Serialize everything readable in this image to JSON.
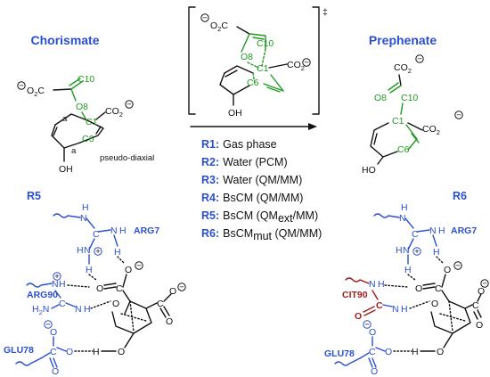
{
  "titles": {
    "reactant": "Chorismate",
    "product": "Prephenate",
    "ts_mark": "‡"
  },
  "labels": {
    "c10": "C10",
    "c1": "C1",
    "c6": "C6",
    "o8": "O8",
    "co2": "CO",
    "co2_sub": "2",
    "o2c": "O",
    "o2c_sub": "2",
    "o2c_c": "C",
    "oh": "OH",
    "ho": "HO",
    "bond_a": "a",
    "pseudo": "pseudo-diaxial",
    "minus": "−",
    "plus": "+"
  },
  "conditions": [
    {
      "id": "R1:",
      "text": "Gas phase",
      "sub": "",
      "tail": ""
    },
    {
      "id": "R2:",
      "text": "Water (PCM)",
      "sub": "",
      "tail": ""
    },
    {
      "id": "R3:",
      "text": "Water (QM/MM)",
      "sub": "",
      "tail": ""
    },
    {
      "id": "R4:",
      "text": "BsCM (QM/MM)",
      "sub": "",
      "tail": ""
    },
    {
      "id": "R5:",
      "text": "BsCM (QM",
      "sub": "ext",
      "tail": "/MM)"
    },
    {
      "id": "R6:",
      "text": "BsCM",
      "sub": "mut",
      "tail": " (QM/MM)"
    }
  ],
  "panels": {
    "left_label": "R5",
    "right_label": "R6"
  },
  "residues": {
    "arg7": "ARG7",
    "arg90": "ARG90",
    "glu78": "GLU78",
    "cit90": "CIT90"
  },
  "atoms": {
    "n": "N",
    "h": "H",
    "h2n": "H",
    "h2n_sub": "2",
    "h2n_n": "N",
    "o": "O",
    "c": "C"
  },
  "colors": {
    "title_blue": "#2b4fd1",
    "atom_green": "#1f9a1f",
    "cit_red": "#9b1c1c",
    "bond_black": "#111111"
  }
}
